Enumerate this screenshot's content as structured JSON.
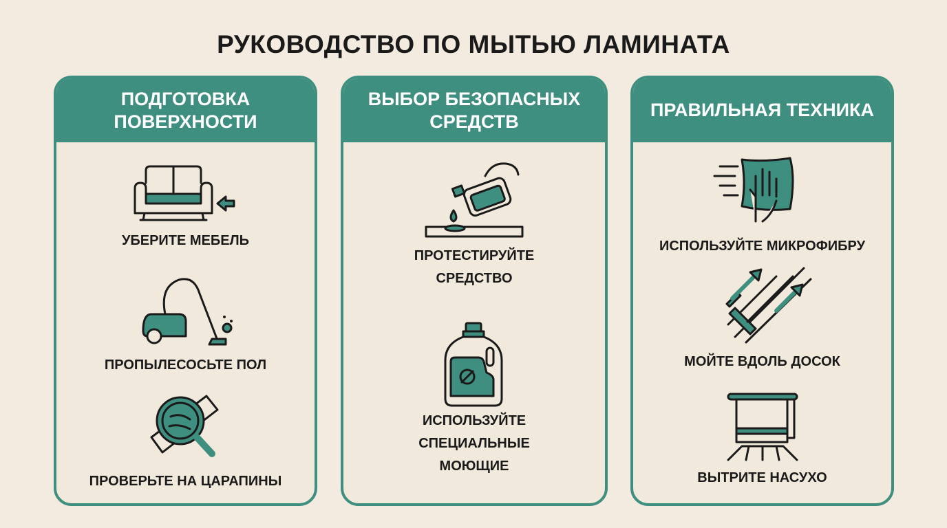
{
  "title": "РУКОВОДСТВО ПО МЫТЬЮ ЛАМИНАТА",
  "colors": {
    "accent": "#3f8f80",
    "background": "#f3ebdf"
  },
  "panels": [
    {
      "header": "ПОДГОТОВКА ПОВЕРХНОСТИ",
      "items": [
        {
          "icon": "sofa-icon",
          "label": "УБЕРИТЕ МЕБЕЛЬ"
        },
        {
          "icon": "vacuum-cleaner-icon",
          "label": "ПРОПЫЛЕСОСЬТЕ ПОЛ"
        },
        {
          "icon": "magnifier-icon",
          "label": "ПРОВЕРЬТЕ НА ЦАРАПИНЫ"
        }
      ]
    },
    {
      "header": "ВЫБОР БЕЗОПАСНЫХ СРЕДСТВ",
      "items": [
        {
          "icon": "pour-test-icon",
          "label": "ПРОТЕСТИРУЙТЕ СРЕДСТВО"
        },
        {
          "icon": "detergent-bottle-icon",
          "label": "ИСПОЛЬЗУЙТЕ СПЕЦИАЛЬНЫЕ МОЮЩИЕ"
        }
      ]
    },
    {
      "header": "ПРАВИЛЬНАЯ ТЕХНИКА",
      "items": [
        {
          "icon": "microfiber-cloth-icon",
          "label": "ИСПОЛЬЗУЙТЕ МИКРОФИБРУ"
        },
        {
          "icon": "mop-icon",
          "label": "МОЙТЕ ВДОЛЬ ДОСОК"
        },
        {
          "icon": "towel-icon",
          "label": "ВЫТРИТЕ НАСУХО"
        }
      ]
    }
  ]
}
